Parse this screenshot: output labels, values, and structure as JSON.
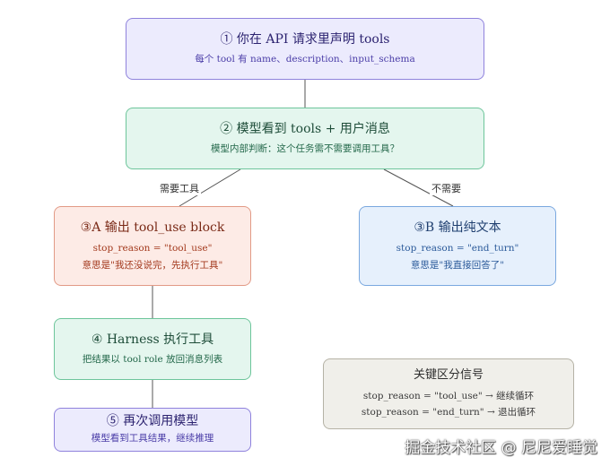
{
  "nodes": {
    "n1": {
      "title": "① 你在 API 请求里声明 tools",
      "sub": [
        "每个 tool 有 name、description、input_schema"
      ]
    },
    "n2": {
      "title": "② 模型看到 tools + 用户消息",
      "sub": [
        "模型内部判断：这个任务需不需要调用工具？"
      ]
    },
    "n3a": {
      "title": "③A 输出 tool_use block",
      "sub": [
        "stop_reason = \"tool_use\"",
        "意思是\"我还没说完，先执行工具\""
      ]
    },
    "n3b": {
      "title": "③B 输出纯文本",
      "sub": [
        "stop_reason = \"end_turn\"",
        "意思是\"我直接回答了\""
      ]
    },
    "n4": {
      "title": "④ Harness 执行工具",
      "sub": [
        "把结果以 tool role 放回消息列表"
      ]
    },
    "n5": {
      "title": "⑤ 再次调用模型",
      "sub": [
        "模型看到工具结果，继续推理"
      ]
    },
    "key": {
      "title": "关键区分信号",
      "sub": [
        "stop_reason = \"tool_use\" → 继续循环",
        "stop_reason = \"end_turn\" → 退出循环"
      ]
    }
  },
  "edges": {
    "need_tool": "需要工具",
    "no_need": "不需要"
  },
  "watermark": "掘金技术社区 @ 尼尼爱睡觉",
  "colors": {
    "line": "#555555"
  }
}
